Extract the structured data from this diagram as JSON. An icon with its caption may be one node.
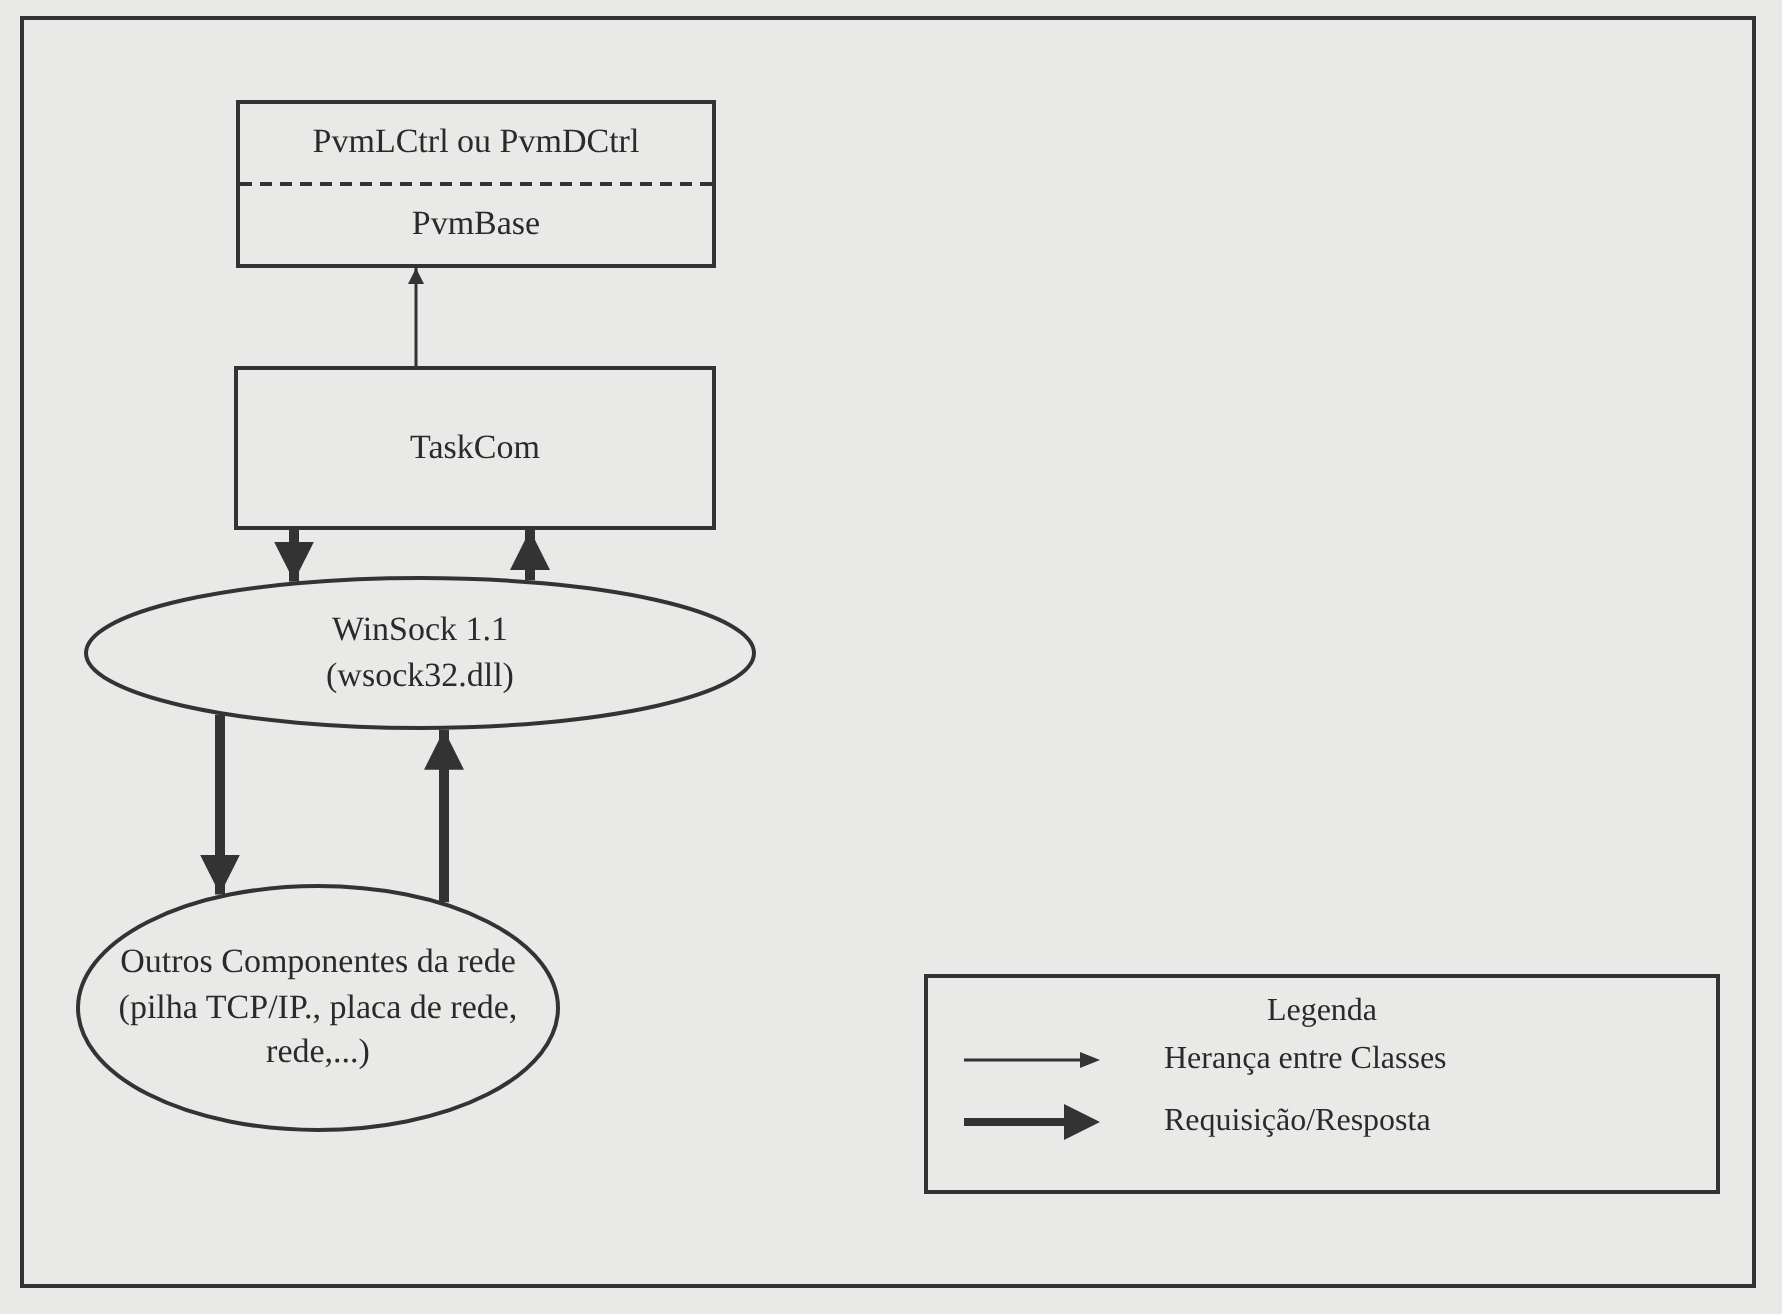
{
  "diagram": {
    "nodes": [
      {
        "text": [
          "PvmLCtrl ou PvmDCtrl",
          "PvmBase"
        ]
      },
      {
        "text": [
          "TaskCom"
        ]
      },
      {
        "text": [
          "WinSock 1.1 (wsock32.dll)"
        ]
      },
      {
        "text": [
          "Outros Componentes da rede (pilha TCP/IP., placa de rede, rede,...)"
        ]
      }
    ],
    "edges": [
      {
        "from": 1,
        "to": 0,
        "arrow": "to"
      },
      {
        "from": 1,
        "to": 2,
        "arrow": "to"
      },
      {
        "from": 2,
        "to": 1,
        "arrow": "to"
      },
      {
        "from": 2,
        "to": 3,
        "arrow": "to"
      },
      {
        "from": 3,
        "to": 2,
        "arrow": "to"
      }
    ],
    "labels": [
      "Legenda"
    ],
    "legend": [
      {
        "text": "Herança entre Classes"
      },
      {
        "text": "Requisição/Resposta"
      }
    ]
  }
}
